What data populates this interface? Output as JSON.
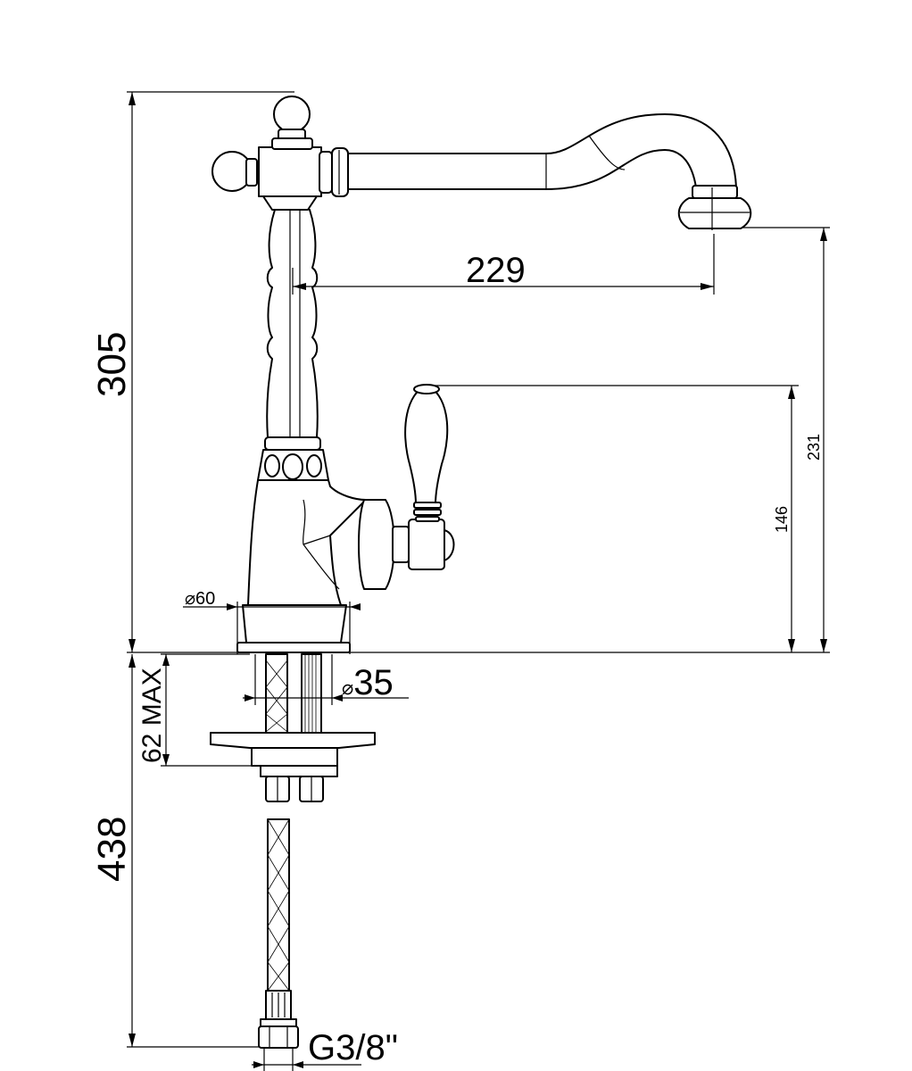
{
  "dimensions": {
    "total_height": "305",
    "spout_reach": "229",
    "spout_height": "231",
    "lever_height": "146",
    "base_diameter": "60",
    "shank_diameter": "35",
    "max_deck_thickness": "62 MAX",
    "hose_length": "438",
    "connection_thread": "G3/8\""
  },
  "symbols": {
    "diameter": "⌀"
  }
}
